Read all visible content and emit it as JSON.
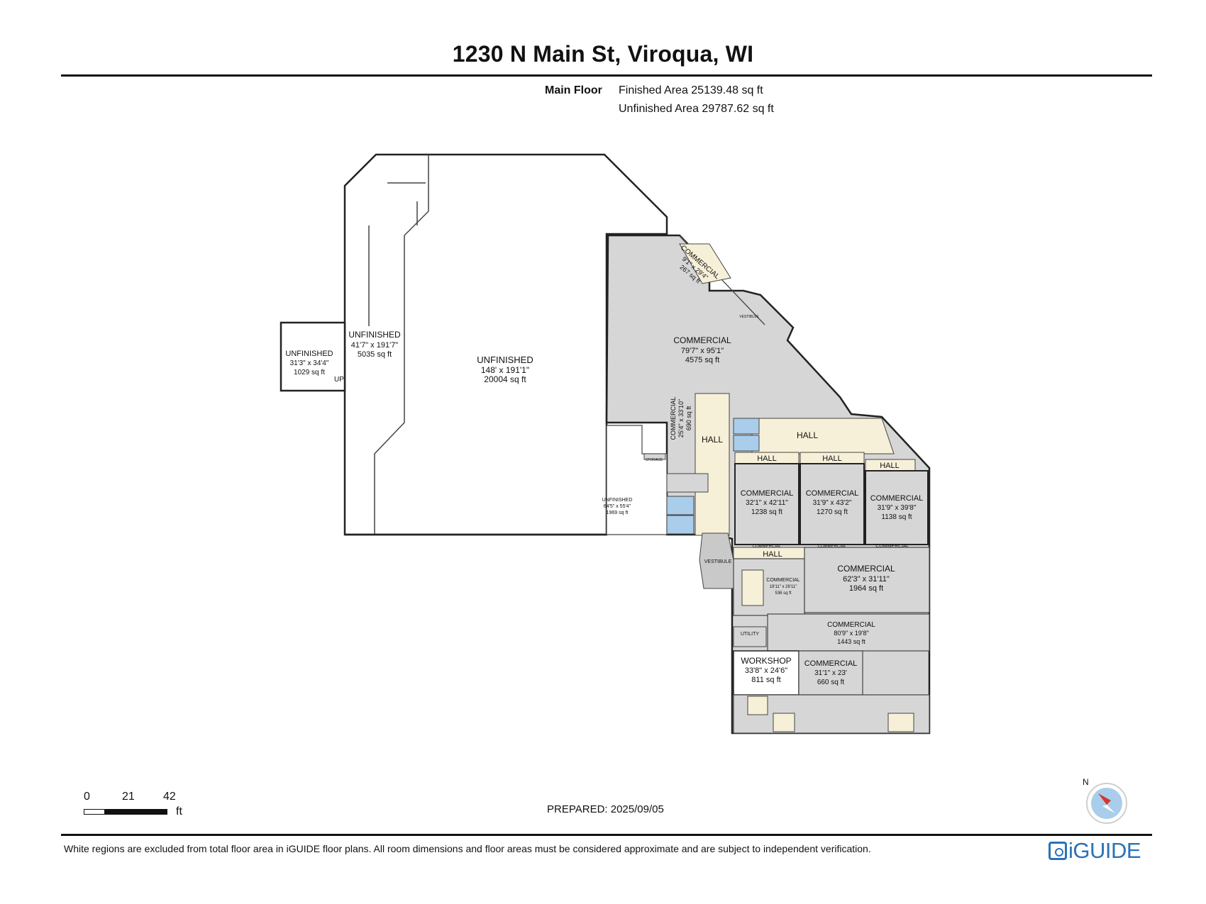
{
  "header": {
    "title": "1230 N Main St, Viroqua, WI"
  },
  "summary": {
    "floor": "Main Floor",
    "finished": "Finished Area 25139.48 sq ft",
    "unfinished": "Unfinished Area 29787.62 sq ft"
  },
  "rooms": {
    "unf_main": [
      "UNFINISHED",
      "148' x 191'1\"",
      "20004 sq ft"
    ],
    "unf_west": [
      "UNFINISHED",
      "41'7\" x 191'7\"",
      "5035 sq ft"
    ],
    "unf_annex": [
      "UNFINISHED",
      "31'3\" x 34'4\"",
      "1029 sq ft"
    ],
    "unf_south": [
      "UNFINISHED",
      "64'5\" x 55'4\"",
      "1969 sq ft"
    ],
    "com_big": [
      "COMMERCIAL",
      "79'7\" x 95'1\"",
      "4575 sq ft"
    ],
    "com_diag": [
      "COMMERCIAL",
      "9'1\" x 29'4\"",
      "267 sq ft"
    ],
    "com_narrow": [
      "COMMERCIAL",
      "25'4\" x 33'10\"",
      "690 sq ft"
    ],
    "com_a": [
      "COMMERCIAL",
      "32'1\" x 42'11\"",
      "1238 sq ft"
    ],
    "com_b": [
      "COMMERCIAL",
      "31'9\" x 43'2\"",
      "1270 sq ft"
    ],
    "com_c": [
      "COMMERCIAL",
      "31'9\" x 39'8\"",
      "1138 sq ft"
    ],
    "com_d": [
      "COMMERCIAL",
      "62'3\" x 31'11\"",
      "1964 sq ft"
    ],
    "com_e": [
      "COMMERCIAL",
      "80'9\" x 19'8\"",
      "1443 sq ft"
    ],
    "com_f": [
      "COMMERCIAL",
      "31'1\" x 23'",
      "660 sq ft"
    ],
    "com_g": [
      "COMMERCIAL",
      "19'11\" x 26'11\"",
      "536 sq ft"
    ],
    "workshop": [
      "WORKSHOP",
      "33'8\" x 24'6\"",
      "811 sq ft"
    ],
    "hall_1": "HALL",
    "hall_2": "HALL",
    "hall_3": "HALL",
    "hall_4": "HALL",
    "hall_5": "HALL",
    "hall_6": "HALL",
    "vestibule": "VESTIBULE",
    "storage": "STORAGE",
    "vestibule_small": "VESTIBULE",
    "com_strip_1": "COMMERCIAL",
    "com_strip_2": "COMMERCIAL",
    "com_strip_3": "COMMERCIAL",
    "utility": "UTILITY",
    "up": "UP"
  },
  "scale": {
    "t0": "0",
    "t1": "21",
    "t2": "42",
    "unit": "ft"
  },
  "compass": {
    "n": "N"
  },
  "footer": {
    "prepared": "PREPARED: 2025/09/05",
    "disclaimer": "White regions are excluded from total floor area in iGUIDE floor plans. All room dimensions and floor areas must be considered approximate and are subject to independent verification.",
    "brand": "iGUIDE"
  },
  "colors": {
    "finished": "#d6d6d6",
    "hall": "#f7f0d8",
    "washroom": "#a9cdea",
    "unfinished": "#ffffff",
    "brand": "#2a72b8"
  }
}
